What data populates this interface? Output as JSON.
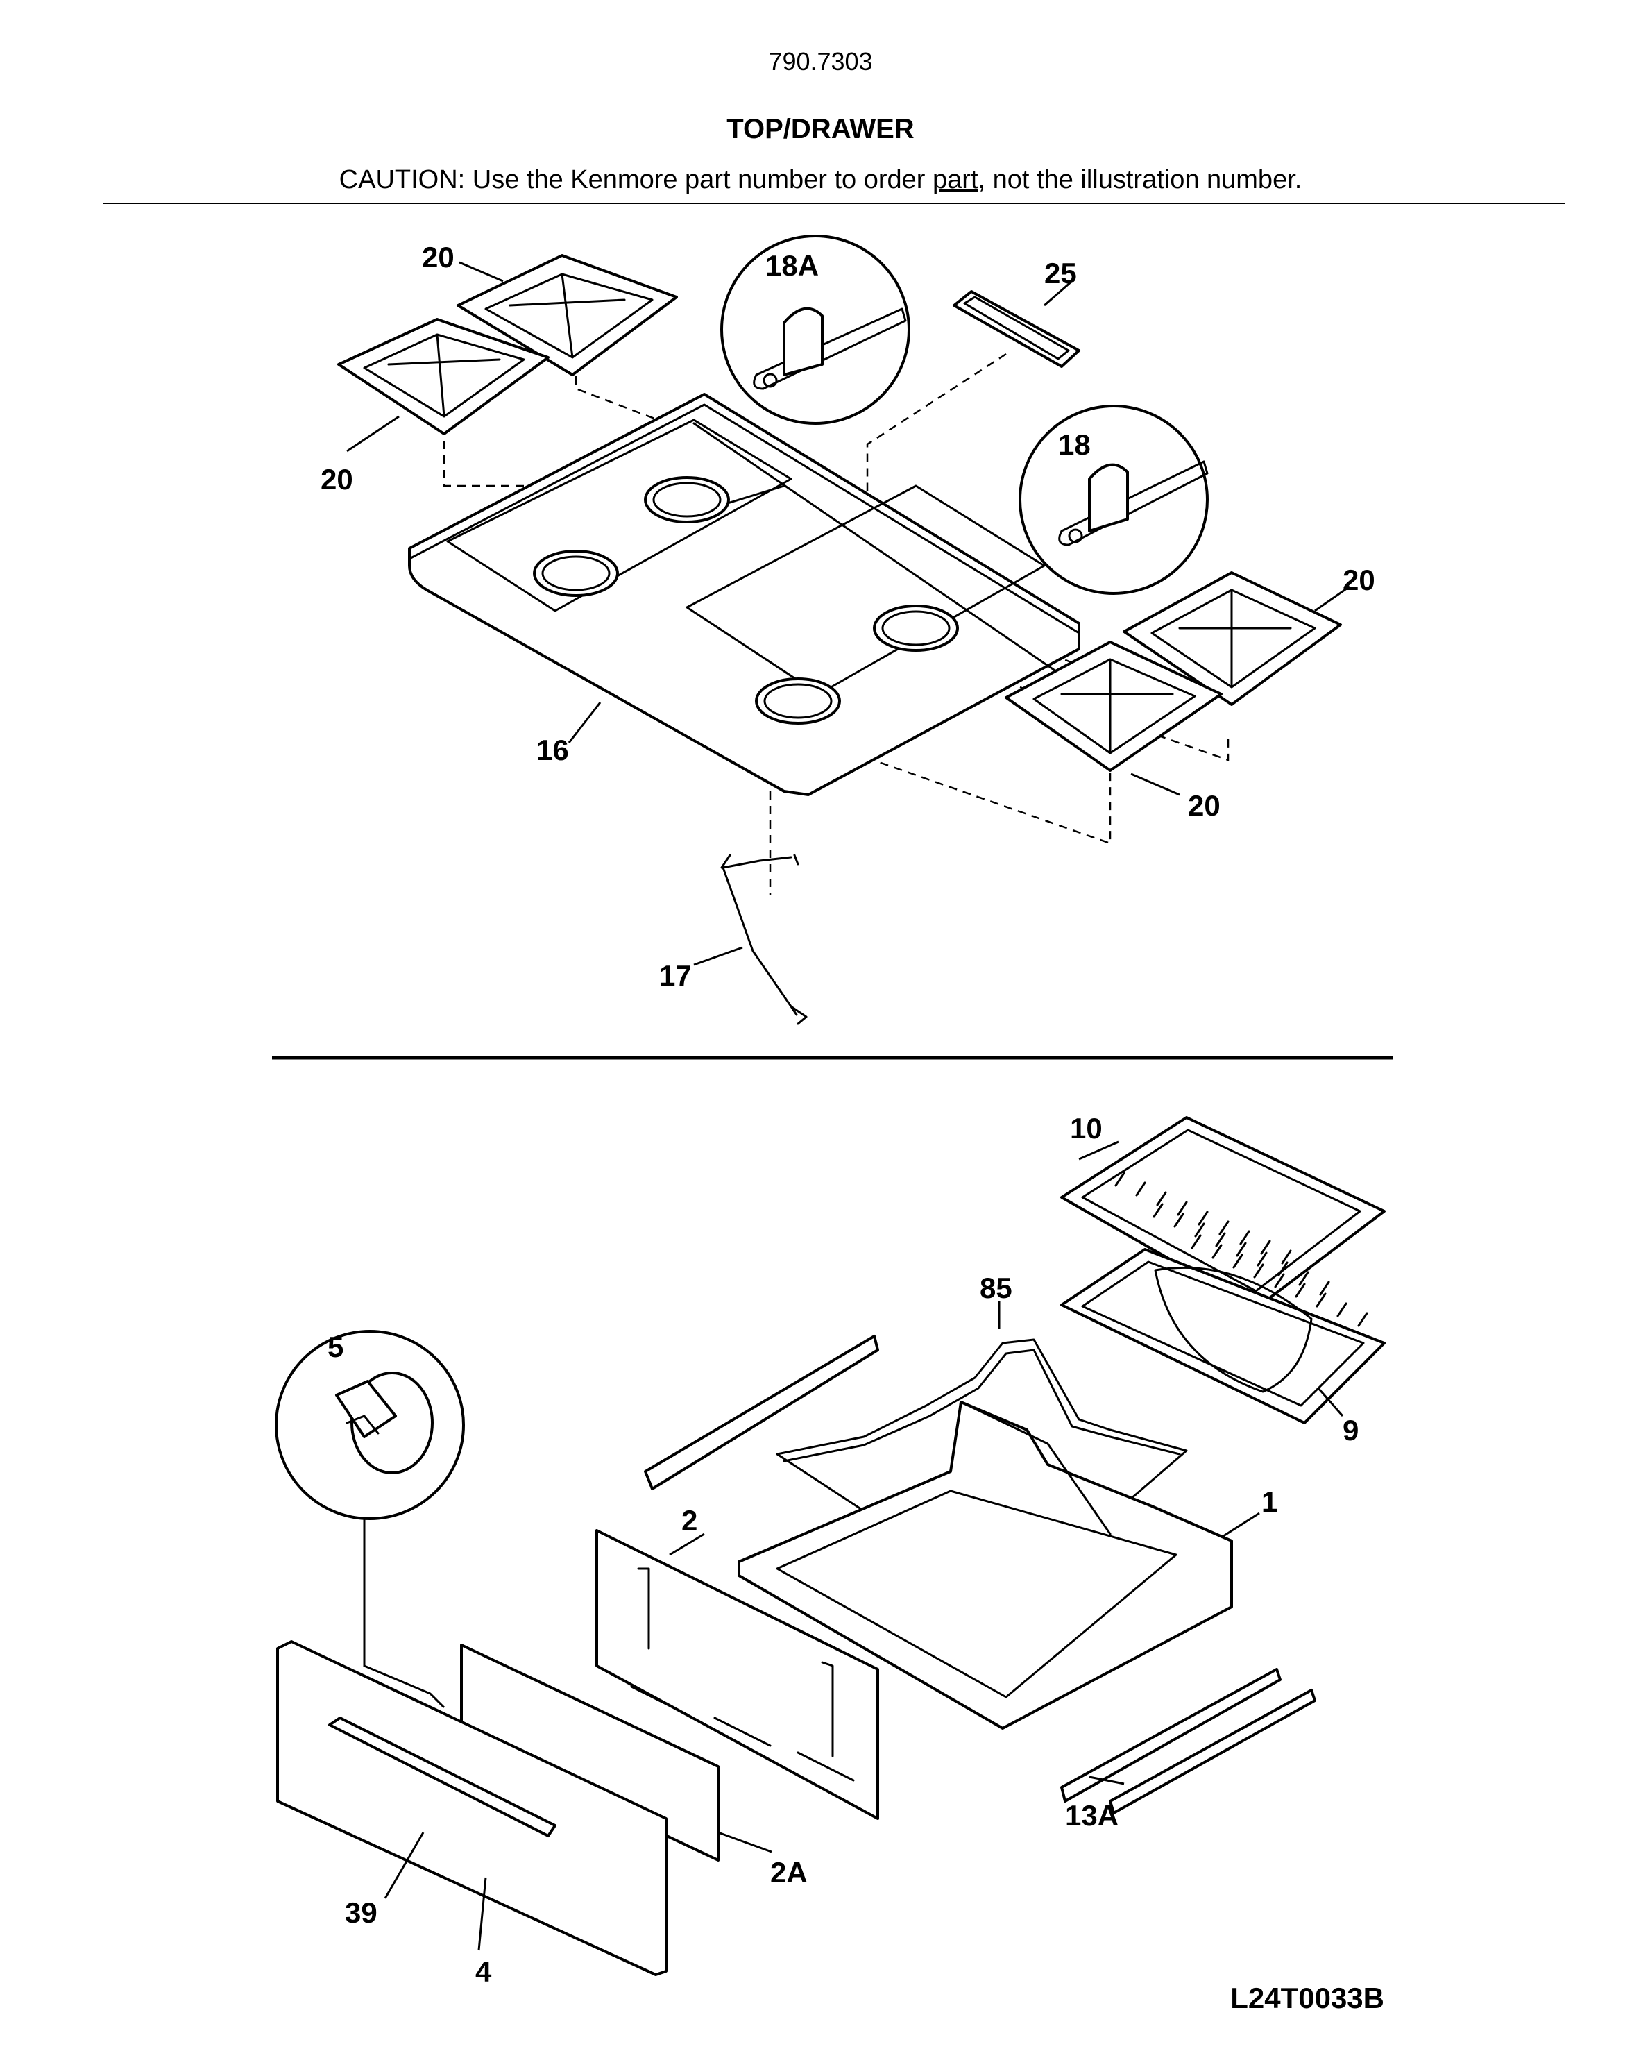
{
  "header": {
    "model": "790.7303",
    "title": "TOP/DRAWER",
    "caution_pre": "CAUTION: Use the Kenmore part number to order ",
    "caution_link": "part",
    "caution_post": ", not the illustration number."
  },
  "callouts": {
    "c20a": "20",
    "c20b": "20",
    "c20c": "20",
    "c20d": "20",
    "c18a": "18A",
    "c25": "25",
    "c18": "18",
    "c16": "16",
    "c17": "17",
    "c10": "10",
    "c85": "85",
    "c5": "5",
    "c9": "9",
    "c1": "1",
    "c2": "2",
    "c13a": "13A",
    "c2a": "2A",
    "c39": "39",
    "c4": "4"
  },
  "footer": {
    "doc_id": "L24T0033B"
  }
}
